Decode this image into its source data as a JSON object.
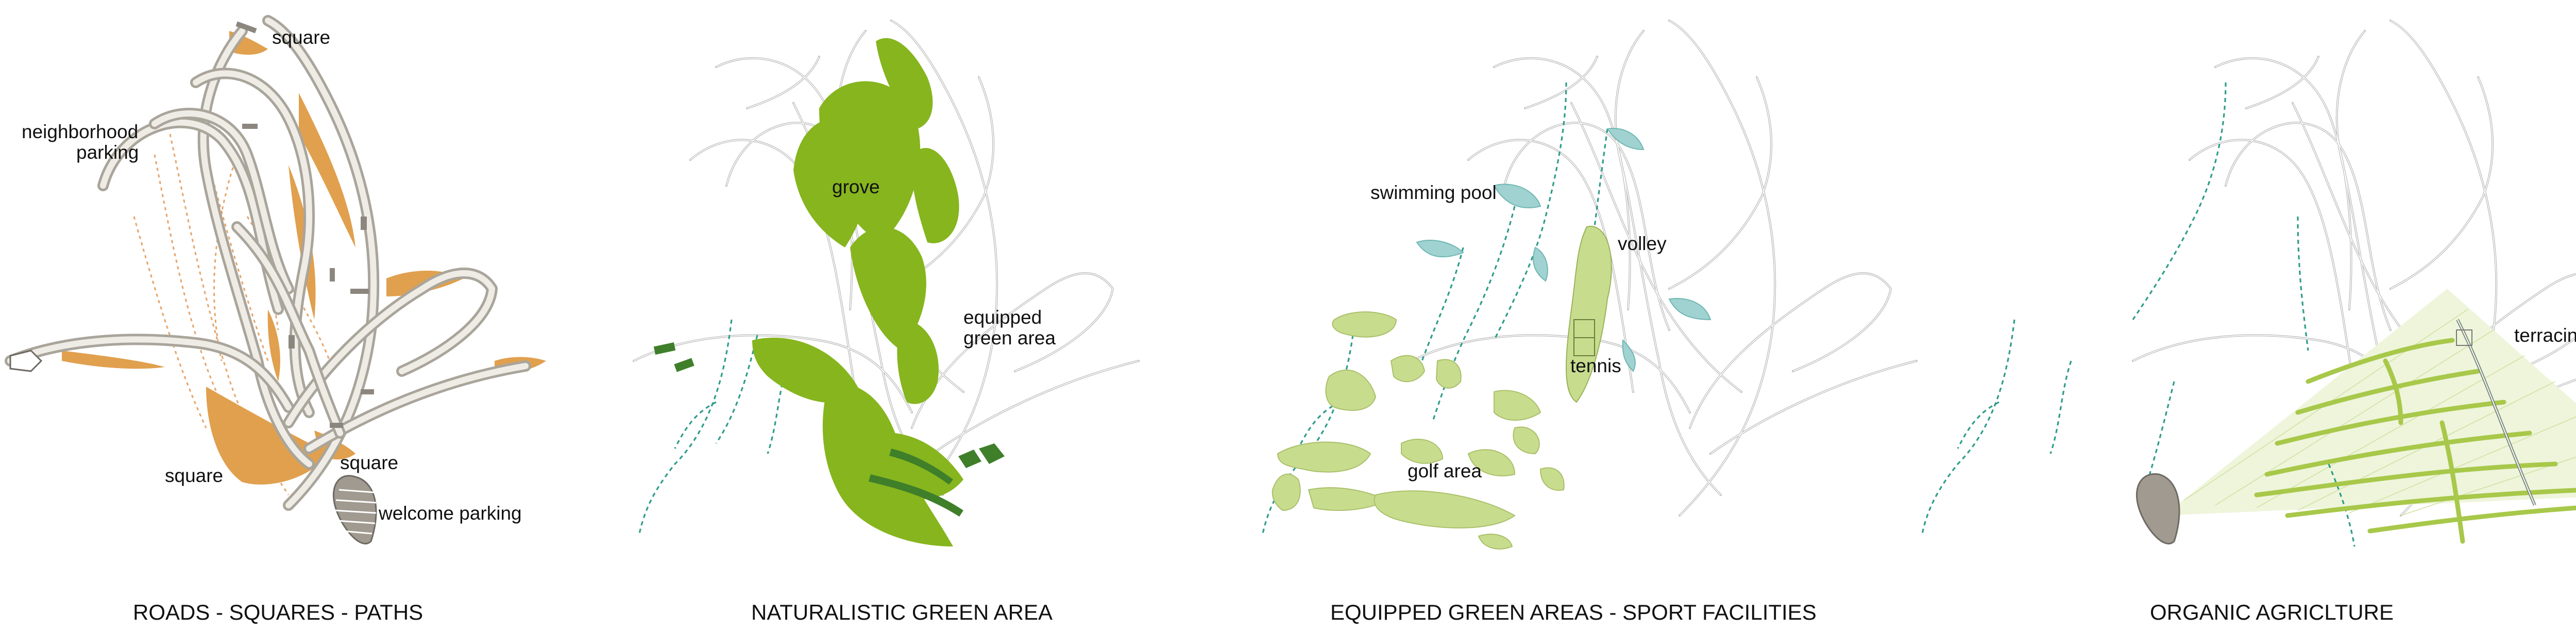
{
  "panels": [
    {
      "title": "ROADS - SQUARES - PATHS",
      "labels": [
        "square",
        "neighborhood",
        "parking",
        "square",
        "square",
        "welcome parking"
      ]
    },
    {
      "title": "NATURALISTIC GREEN AREA",
      "labels": [
        "grove",
        "equipped",
        "green area"
      ]
    },
    {
      "title": "EQUIPPED GREEN AREAS - SPORT FACILITIES",
      "labels": [
        "swimming  pool",
        "volley",
        "tennis",
        "golf area"
      ]
    },
    {
      "title": "ORGANIC AGRICLTURE",
      "labels": [
        "terracing"
      ]
    }
  ],
  "colors": {
    "road": "#aaa59b",
    "square_orange": "#e0a04e",
    "grove_green": "#86b51e",
    "dark_green": "#3f7f2a",
    "pool_blue": "#9fd2d0",
    "golf_green": "#c8dc8e",
    "stream_teal": "#2e9c8a",
    "terrace_green": "#a8c84a"
  }
}
